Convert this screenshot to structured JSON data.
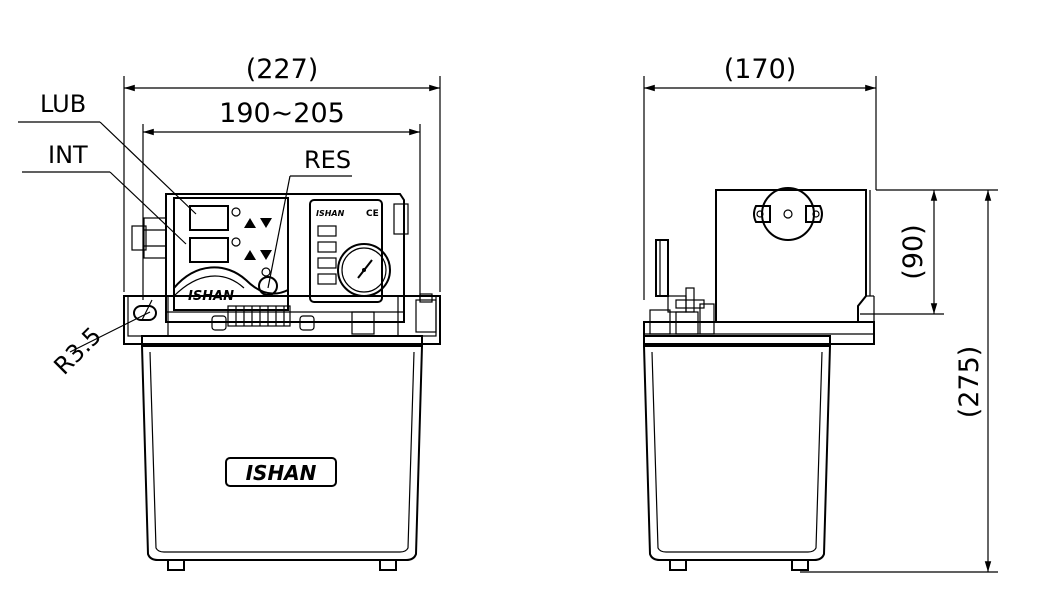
{
  "front_view": {
    "overall_width": "(227)",
    "mount_width": "190~205",
    "labels": {
      "lub": "LUB",
      "int": "INT",
      "res": "RES",
      "radius": "R3.5"
    },
    "brand_logo": "ISHAN",
    "panel_icons": [
      "arrow-up-icon",
      "arrow-down-icon"
    ]
  },
  "side_view": {
    "depth": "(170)",
    "head_height": "(90)",
    "total_height": "(275)"
  }
}
